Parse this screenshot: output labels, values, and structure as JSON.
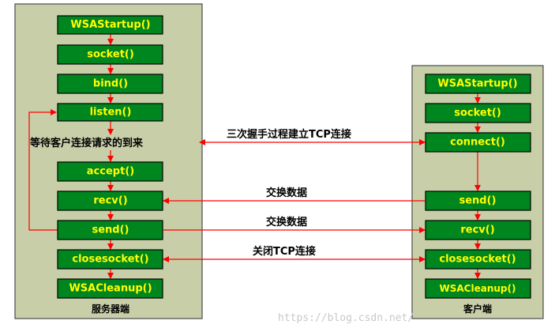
{
  "server": {
    "title": "服务器端",
    "steps": [
      "WSAStartup()",
      "socket()",
      "bind()",
      "listen()",
      "accept()",
      "recv()",
      "send()",
      "closesocket()",
      "WSACleanup()"
    ],
    "wait_label": "等待客户连接请求的到来"
  },
  "client": {
    "title": "客户端",
    "steps": [
      "WSAStartup()",
      "socket()",
      "connect()",
      "send()",
      "recv()",
      "closesocket()",
      "WSACleanup()"
    ]
  },
  "links": {
    "handshake": "三次握手过程建立TCP连接",
    "exchange_1": "交换数据",
    "exchange_2": "交换数据",
    "close": "关闭TCP连接"
  },
  "watermark": "https://blog.csdn.net/",
  "colors": {
    "panel": "#c8cfa8",
    "box": "#00861f",
    "box_text": "#ffff00",
    "arrow": "#ff0000"
  }
}
